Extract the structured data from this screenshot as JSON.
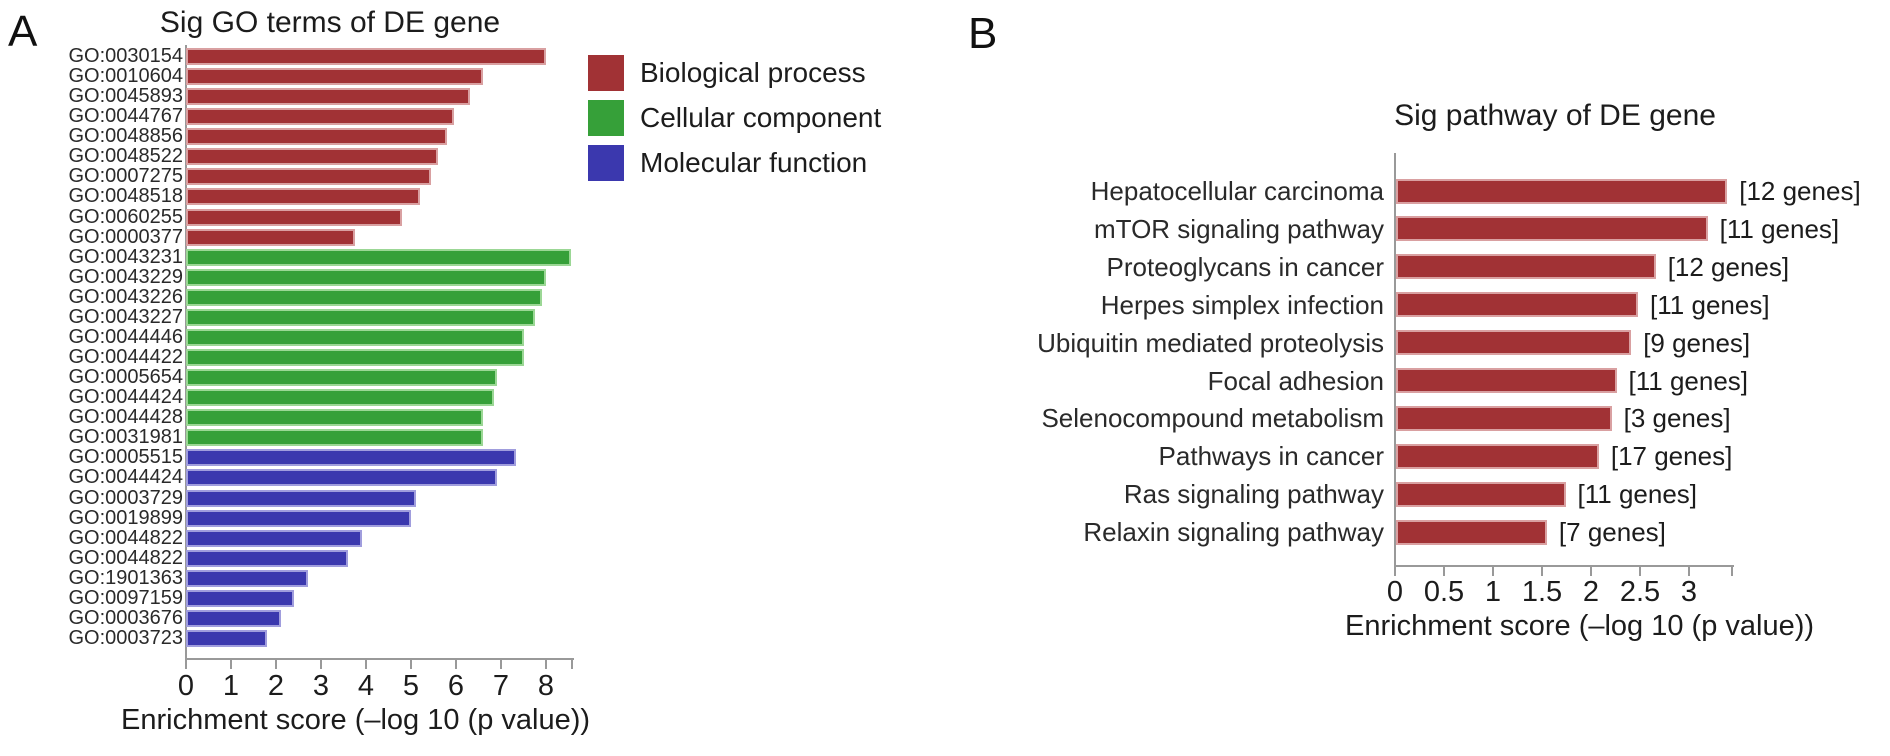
{
  "figure": {
    "panel_a_label": "A",
    "panel_b_label": "B"
  },
  "chart_data": [
    {
      "panel": "A",
      "type": "bar",
      "orientation": "horizontal",
      "title": "Sig GO terms of DE gene",
      "xlabel": "Enrichment score (–log 10 (p value))",
      "xlim": [
        0,
        8.6
      ],
      "xticks": [
        "0",
        "1",
        "2",
        "3",
        "4",
        "5",
        "6",
        "7",
        "8"
      ],
      "grid": false,
      "legend_position": "top-right",
      "legend": [
        {
          "label": "Biological process",
          "color": "#A13235"
        },
        {
          "label": "Cellular component",
          "color": "#36A039"
        },
        {
          "label": "Molecular function",
          "color": "#3B38AE"
        }
      ],
      "bars": [
        {
          "label": "GO:0030154",
          "category": "Biological process",
          "value": 8.0
        },
        {
          "label": "GO:0010604",
          "category": "Biological process",
          "value": 6.6
        },
        {
          "label": "GO:0045893",
          "category": "Biological process",
          "value": 6.3
        },
        {
          "label": "GO:0044767",
          "category": "Biological process",
          "value": 5.95
        },
        {
          "label": "GO:0048856",
          "category": "Biological process",
          "value": 5.8
        },
        {
          "label": "GO:0048522",
          "category": "Biological process",
          "value": 5.6
        },
        {
          "label": "GO:0007275",
          "category": "Biological process",
          "value": 5.45
        },
        {
          "label": "GO:0048518",
          "category": "Biological process",
          "value": 5.2
        },
        {
          "label": "GO:0060255",
          "category": "Biological process",
          "value": 4.8
        },
        {
          "label": "GO:0000377",
          "category": "Biological process",
          "value": 3.75
        },
        {
          "label": "GO:0043231",
          "category": "Cellular component",
          "value": 8.55
        },
        {
          "label": "GO:0043229",
          "category": "Cellular component",
          "value": 8.0
        },
        {
          "label": "GO:0043226",
          "category": "Cellular component",
          "value": 7.9
        },
        {
          "label": "GO:0043227",
          "category": "Cellular component",
          "value": 7.75
        },
        {
          "label": "GO:0044446",
          "category": "Cellular component",
          "value": 7.5
        },
        {
          "label": "GO:0044422",
          "category": "Cellular component",
          "value": 7.5
        },
        {
          "label": "GO:0005654",
          "category": "Cellular component",
          "value": 6.9
        },
        {
          "label": "GO:0044424",
          "category": "Cellular component",
          "value": 6.85
        },
        {
          "label": "GO:0044428",
          "category": "Cellular component",
          "value": 6.6
        },
        {
          "label": "GO:0031981",
          "category": "Cellular component",
          "value": 6.6
        },
        {
          "label": "GO:0005515",
          "category": "Molecular function",
          "value": 7.33
        },
        {
          "label": "GO:0044424",
          "category": "Molecular function",
          "value": 6.9
        },
        {
          "label": "GO:0003729",
          "category": "Molecular function",
          "value": 5.1
        },
        {
          "label": "GO:0019899",
          "category": "Molecular function",
          "value": 5.0
        },
        {
          "label": "GO:0044822",
          "category": "Molecular function",
          "value": 3.9
        },
        {
          "label": "GO:0044822",
          "category": "Molecular function",
          "value": 3.6
        },
        {
          "label": "GO:1901363",
          "category": "Molecular function",
          "value": 2.7
        },
        {
          "label": "GO:0097159",
          "category": "Molecular function",
          "value": 2.4
        },
        {
          "label": "GO:0003676",
          "category": "Molecular function",
          "value": 2.1
        },
        {
          "label": "GO:0003723",
          "category": "Molecular function",
          "value": 1.8
        }
      ]
    },
    {
      "panel": "B",
      "type": "bar",
      "orientation": "horizontal",
      "title": "Sig pathway of DE gene",
      "xlabel": "Enrichment score (–log 10 (p value))",
      "xlim": [
        0,
        3.45
      ],
      "xticks": [
        "0",
        "0.5",
        "1",
        "1.5",
        "2",
        "2.5",
        "3"
      ],
      "grid": false,
      "bar_color": "#A13235",
      "bars": [
        {
          "label": "Hepatocellular carcinoma",
          "value": 3.38,
          "annotation": "[12 genes]"
        },
        {
          "label": "mTOR signaling pathway",
          "value": 3.18,
          "annotation": "[11 genes]"
        },
        {
          "label": "Proteoglycans in cancer",
          "value": 2.65,
          "annotation": "[12 genes]"
        },
        {
          "label": "Herpes simplex infection",
          "value": 2.47,
          "annotation": "[11 genes]"
        },
        {
          "label": "Ubiquitin mediated proteolysis",
          "value": 2.4,
          "annotation": "[9 genes]"
        },
        {
          "label": "Focal adhesion",
          "value": 2.25,
          "annotation": "[11 genes]"
        },
        {
          "label": "Selenocompound metabolism",
          "value": 2.2,
          "annotation": "[3 genes]"
        },
        {
          "label": "Pathways in cancer",
          "value": 2.07,
          "annotation": "[17 genes]"
        },
        {
          "label": "Ras signaling pathway",
          "value": 1.73,
          "annotation": "[11 genes]"
        },
        {
          "label": "Relaxin signaling pathway",
          "value": 1.54,
          "annotation": "[7 genes]"
        }
      ]
    }
  ]
}
